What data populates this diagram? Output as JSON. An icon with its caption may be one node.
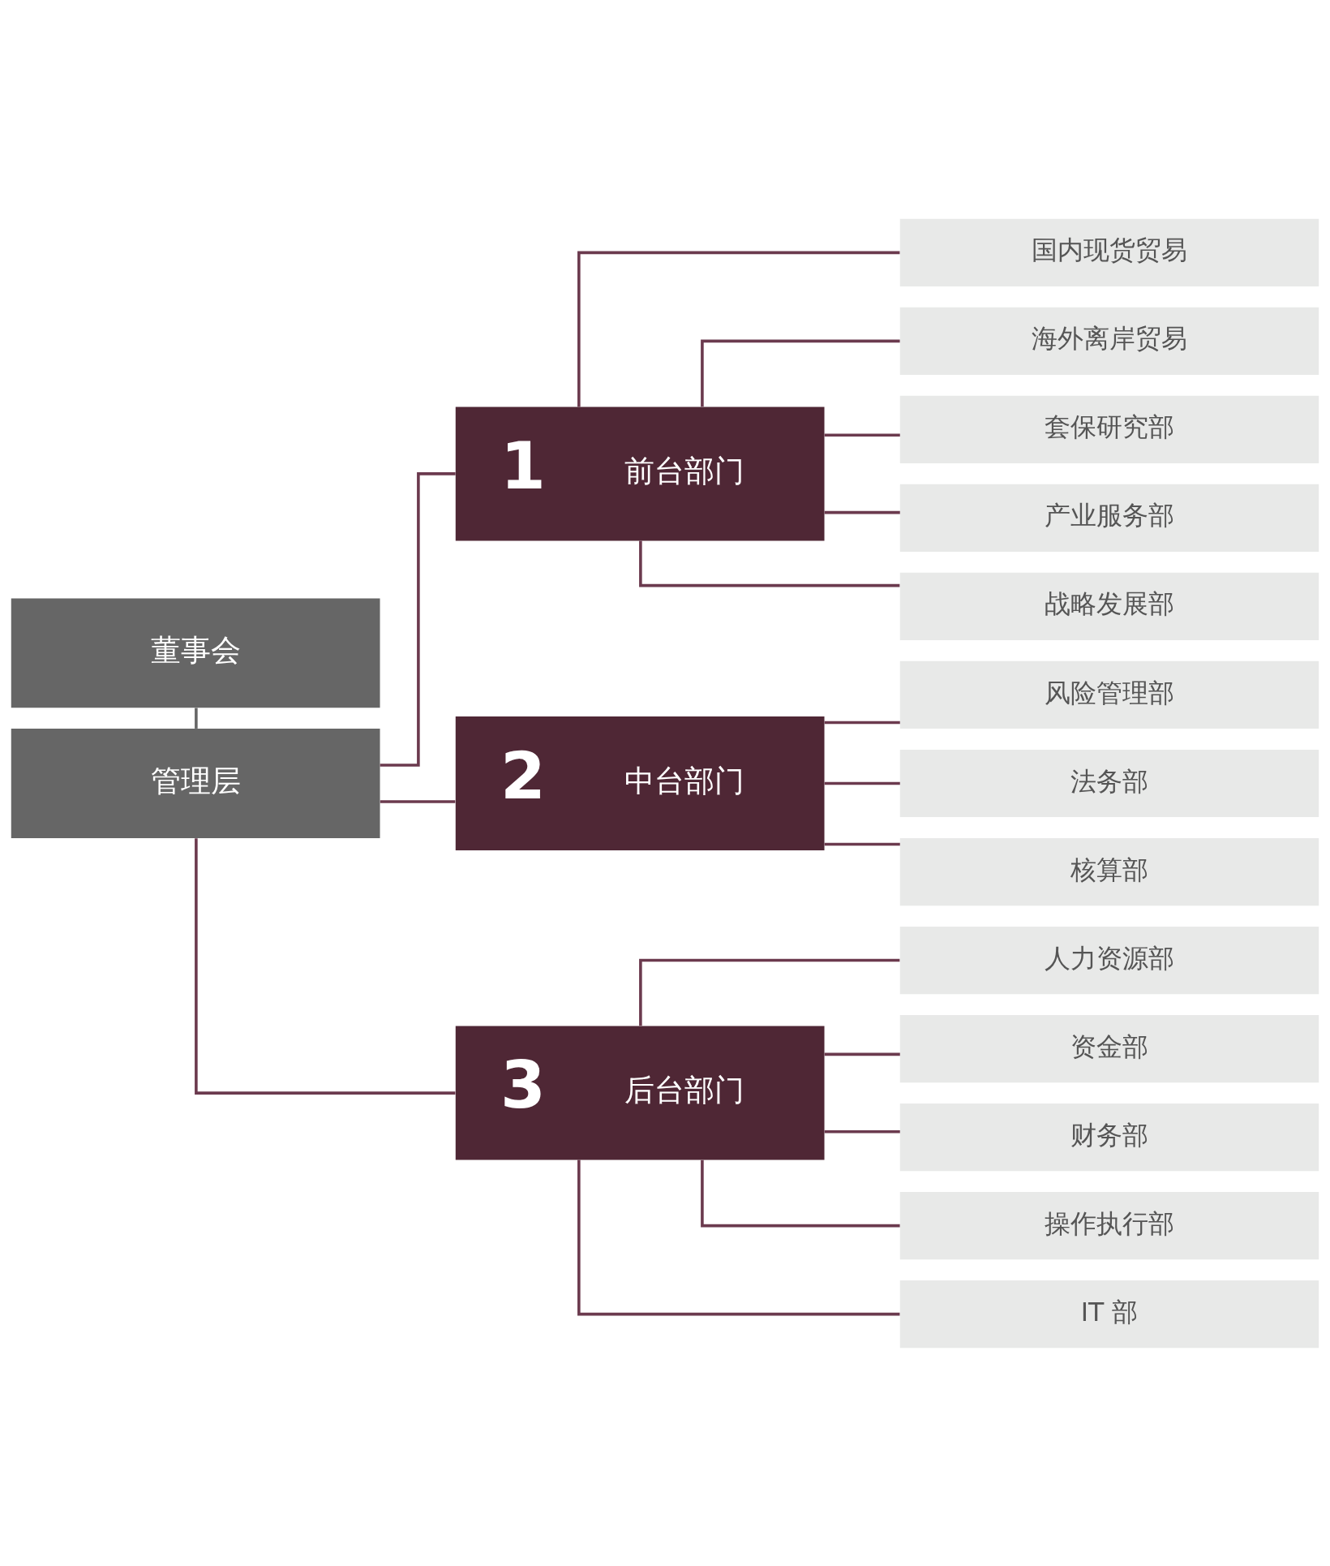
{
  "diagram": {
    "nodes": [
      {
        "text": [
          "董事会"
        ]
      },
      {
        "text": [
          "管理层"
        ]
      },
      {
        "text": [
          "1",
          "前台部门"
        ]
      },
      {
        "text": [
          "2",
          "中台部门"
        ]
      },
      {
        "text": [
          "3",
          "后台部门"
        ]
      },
      {
        "text": [
          "国内现货贸易"
        ]
      },
      {
        "text": [
          "海外离岸贸易"
        ]
      },
      {
        "text": [
          "套保研究部"
        ]
      },
      {
        "text": [
          "产业服务部"
        ]
      },
      {
        "text": [
          "战略发展部"
        ]
      },
      {
        "text": [
          "风险管理部"
        ]
      },
      {
        "text": [
          "法务部"
        ]
      },
      {
        "text": [
          "核算部"
        ]
      },
      {
        "text": [
          "人力资源部"
        ]
      },
      {
        "text": [
          "资金部"
        ]
      },
      {
        "text": [
          "财务部"
        ]
      },
      {
        "text": [
          "操作执行部"
        ]
      },
      {
        "text": [
          "IT 部"
        ]
      }
    ],
    "edges": [
      {
        "from": 0,
        "to": 1,
        "arrow": "none",
        "color": "#666666"
      },
      {
        "from": 1,
        "to": 2,
        "arrow": "none"
      },
      {
        "from": 1,
        "to": 3,
        "arrow": "none"
      },
      {
        "from": 1,
        "to": 4,
        "arrow": "none"
      },
      {
        "from": 2,
        "to": 5,
        "arrow": "none"
      },
      {
        "from": 2,
        "to": 6,
        "arrow": "none"
      },
      {
        "from": 2,
        "to": 7,
        "arrow": "none"
      },
      {
        "from": 2,
        "to": 8,
        "arrow": "none"
      },
      {
        "from": 2,
        "to": 9,
        "arrow": "none"
      },
      {
        "from": 3,
        "to": 10,
        "arrow": "none"
      },
      {
        "from": 3,
        "to": 11,
        "arrow": "none"
      },
      {
        "from": 3,
        "to": 12,
        "arrow": "none"
      },
      {
        "from": 4,
        "to": 13,
        "arrow": "none"
      },
      {
        "from": 4,
        "to": 14,
        "arrow": "none"
      },
      {
        "from": 4,
        "to": 15,
        "arrow": "none"
      },
      {
        "from": 4,
        "to": 16,
        "arrow": "none"
      },
      {
        "from": 4,
        "to": 17,
        "arrow": "none"
      }
    ]
  }
}
